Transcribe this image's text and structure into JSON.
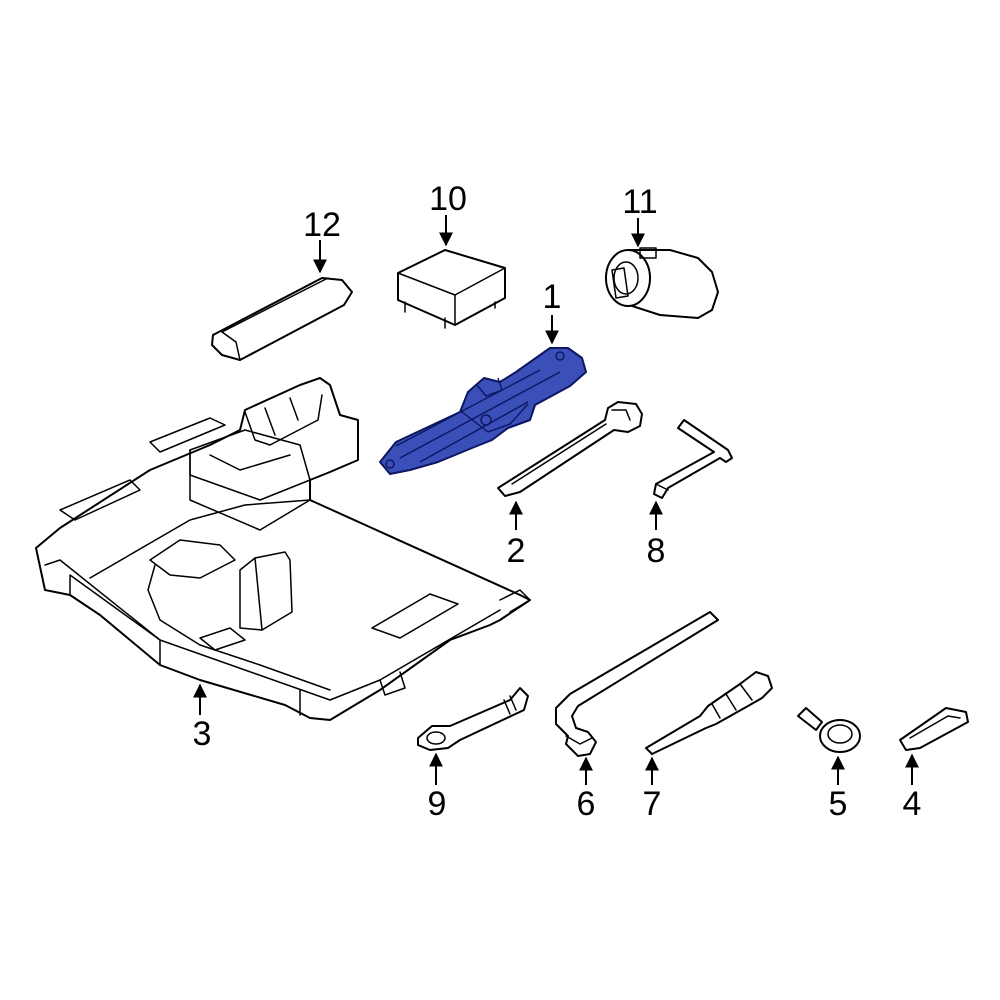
{
  "diagram": {
    "highlight_color": "#3a4fb8",
    "line_color": "#000000",
    "background": "#ffffff",
    "callouts": [
      {
        "id": "1",
        "label": "1"
      },
      {
        "id": "2",
        "label": "2"
      },
      {
        "id": "3",
        "label": "3"
      },
      {
        "id": "4",
        "label": "4"
      },
      {
        "id": "5",
        "label": "5"
      },
      {
        "id": "6",
        "label": "6"
      },
      {
        "id": "7",
        "label": "7"
      },
      {
        "id": "8",
        "label": "8"
      },
      {
        "id": "9",
        "label": "9"
      },
      {
        "id": "10",
        "label": "10"
      },
      {
        "id": "11",
        "label": "11"
      },
      {
        "id": "12",
        "label": "12"
      }
    ]
  }
}
